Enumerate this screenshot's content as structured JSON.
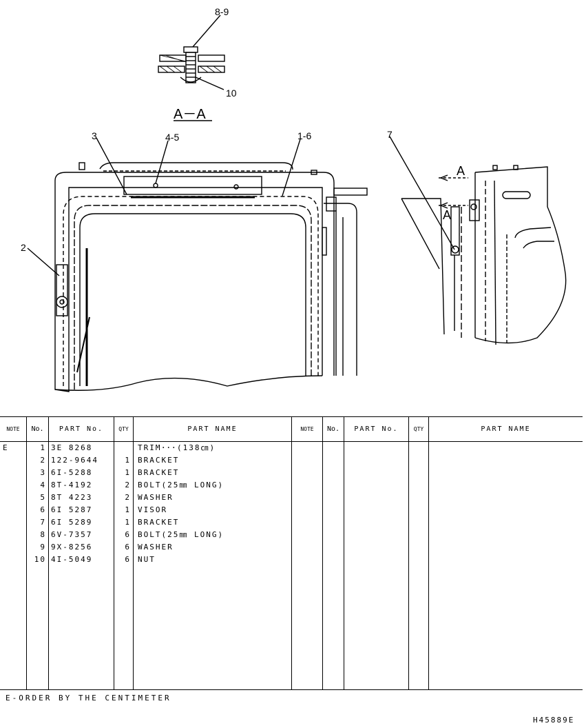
{
  "drawing": {
    "section_label": "A－A",
    "callouts": {
      "c89": "8-9",
      "c10": "10",
      "c3": "3",
      "c45": "4-5",
      "c16": "1-6",
      "c2": "2",
      "c7": "7",
      "arrowA_top": "A",
      "arrowA_bottom": "A"
    }
  },
  "table": {
    "headers": {
      "note": "NOTE",
      "no": "No.",
      "part_no": "PART No.",
      "qty": "QTY",
      "part_name": "PART NAME",
      "note2": "NOTE",
      "no2": "No.",
      "part_no2": "PART No.",
      "qty2": "QTY",
      "part_name2": "PART NAME"
    },
    "rows": [
      {
        "note": "E",
        "no": "1",
        "part_no": "3E 8268",
        "qty": "",
        "name": "TRIM･･･(138㎝)"
      },
      {
        "note": "",
        "no": "2",
        "part_no": "122-9644",
        "qty": "1",
        "name": "BRACKET"
      },
      {
        "note": "",
        "no": "3",
        "part_no": "6I-5288",
        "qty": "1",
        "name": "BRACKET"
      },
      {
        "note": "",
        "no": "4",
        "part_no": "8T-4192",
        "qty": "2",
        "name": "BOLT(25㎜ LONG)"
      },
      {
        "note": "",
        "no": "5",
        "part_no": "8T 4223",
        "qty": "2",
        "name": "WASHER"
      },
      {
        "note": "",
        "no": "6",
        "part_no": "6I 5287",
        "qty": "1",
        "name": "VISOR"
      },
      {
        "note": "",
        "no": "7",
        "part_no": "6I 5289",
        "qty": "1",
        "name": "BRACKET"
      },
      {
        "note": "",
        "no": "8",
        "part_no": "6V-7357",
        "qty": "6",
        "name": "BOLT(25㎜ LONG)"
      },
      {
        "note": "",
        "no": "9",
        "part_no": "9X-8256",
        "qty": "6",
        "name": "WASHER"
      },
      {
        "note": "",
        "no": "10",
        "part_no": "4I-5049",
        "qty": "6",
        "name": "NUT"
      }
    ]
  },
  "footnote": "E-ORDER BY THE CENTIMETER",
  "drawing_number": "H45889E"
}
